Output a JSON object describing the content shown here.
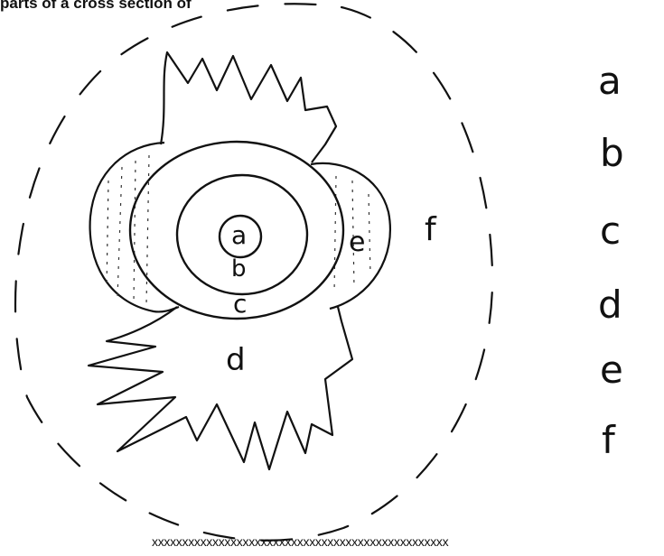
{
  "header_text": "parts of a cross section of",
  "footer_text": "xxxxxxxxxxxxxxxxxxxxxxxxxxxxxxxxxxxxxxxxxxxxxxxxx",
  "diagram_labels": {
    "a": "a",
    "b": "b",
    "c": "c",
    "d": "d",
    "e": "e",
    "f": "f"
  },
  "answer_column": [
    "a",
    "b",
    "c",
    "d",
    "e",
    "f"
  ],
  "colors": {
    "ink": "#111111",
    "paper": "#ffffff"
  }
}
